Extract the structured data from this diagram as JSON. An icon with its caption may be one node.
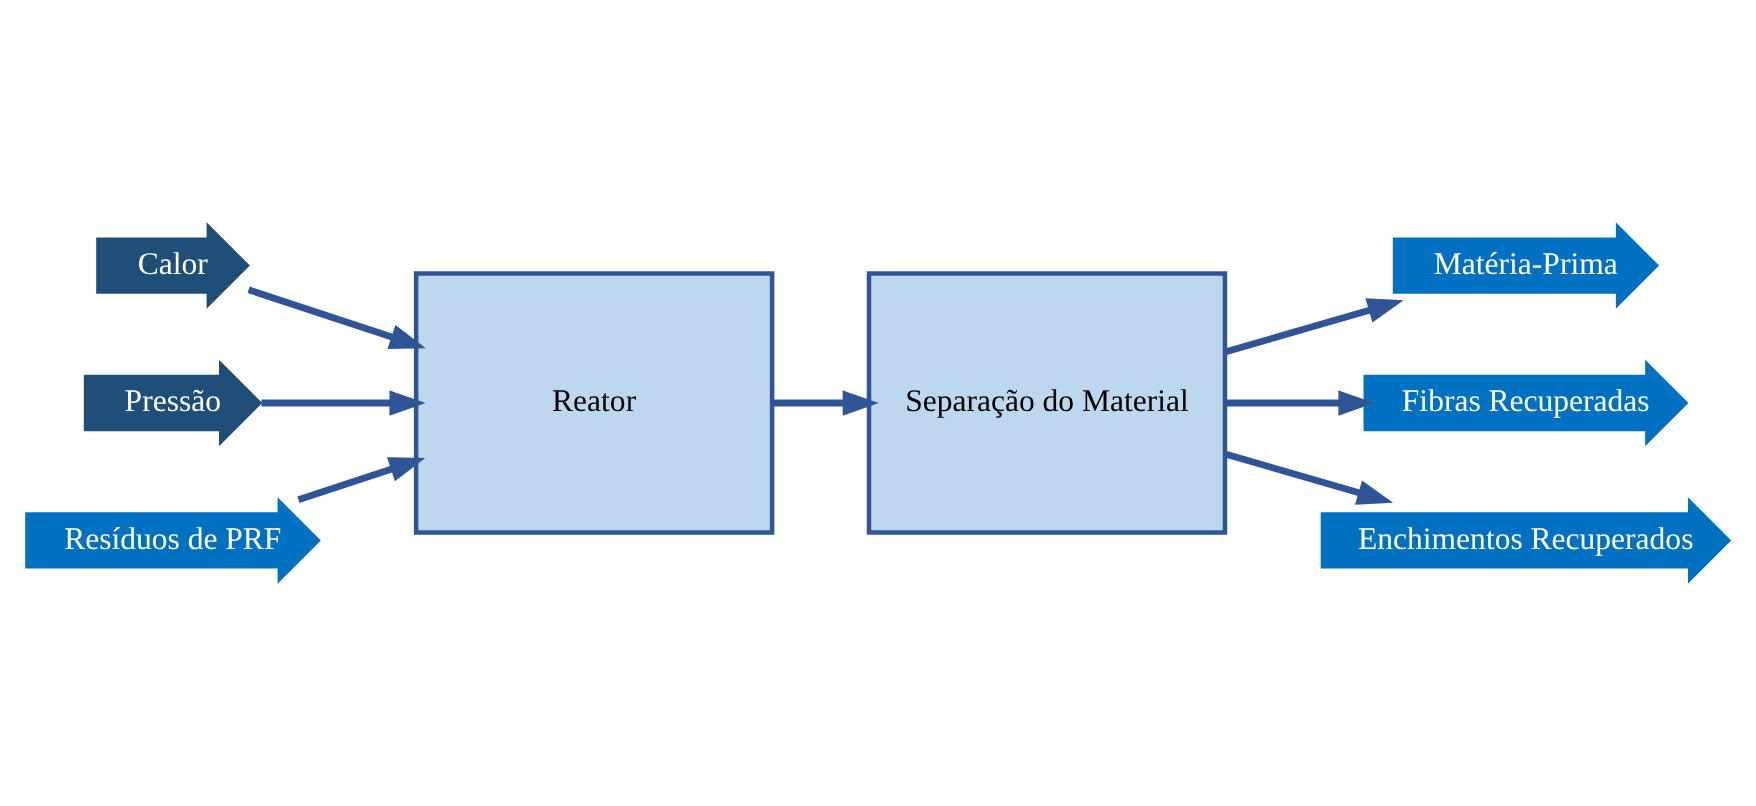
{
  "diagram": {
    "nodes": [
      {
        "text": [
          "Calor"
        ]
      },
      {
        "text": [
          "Pressão"
        ]
      },
      {
        "text": [
          "Resíduos de PRF"
        ]
      },
      {
        "text": [
          "Reator"
        ]
      },
      {
        "text": [
          "Separação do Material"
        ]
      },
      {
        "text": [
          "Matéria-Prima"
        ]
      },
      {
        "text": [
          "Fibras Recuperadas"
        ]
      },
      {
        "text": [
          "Enchimentos Recuperados"
        ]
      }
    ],
    "edges": [
      {
        "from": 0,
        "to": 3,
        "arrow": "to"
      },
      {
        "from": 1,
        "to": 3,
        "arrow": "to"
      },
      {
        "from": 2,
        "to": 3,
        "arrow": "to"
      },
      {
        "from": 3,
        "to": 4,
        "arrow": "to"
      },
      {
        "from": 4,
        "to": 5,
        "arrow": "to"
      },
      {
        "from": 4,
        "to": 6,
        "arrow": "to"
      },
      {
        "from": 4,
        "to": 7,
        "arrow": "to"
      }
    ]
  }
}
